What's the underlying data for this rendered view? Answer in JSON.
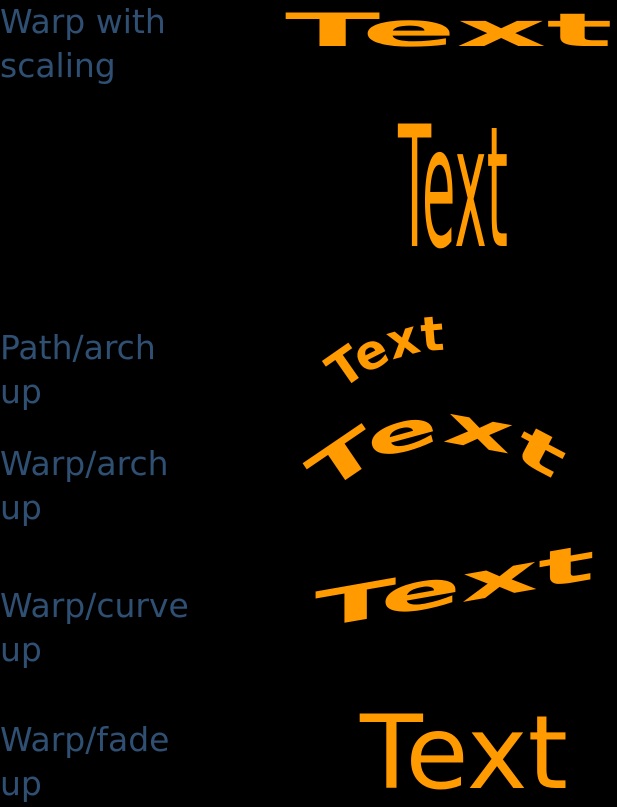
{
  "colors": {
    "label": "#2f4f73",
    "text": "#ff9a00",
    "background": "#000000"
  },
  "examples": [
    {
      "label": "Warp with\nscaling",
      "sample_wide": "Text",
      "sample_tall": "Text"
    },
    {
      "label": "Path/arch\nup",
      "sample": "Text"
    },
    {
      "label": "Warp/arch\nup",
      "sample": "Text"
    },
    {
      "label": "Warp/curve\nup",
      "sample": "Text"
    },
    {
      "label": "Warp/fade\nup",
      "sample": "Text"
    }
  ]
}
